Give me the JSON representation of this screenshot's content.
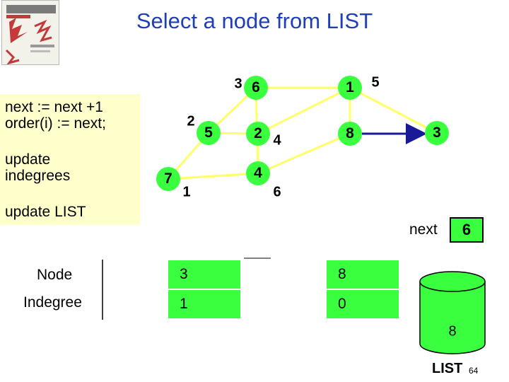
{
  "title": "Select a node from LIST",
  "steps": [
    "next := next +1",
    "order(i) := next;",
    "update",
    "indegrees",
    "update LIST"
  ],
  "graph": {
    "nodes": [
      {
        "id": "n6",
        "label": "6"
      },
      {
        "id": "n1",
        "label": "1"
      },
      {
        "id": "n5",
        "label": "5"
      },
      {
        "id": "n2",
        "label": "2"
      },
      {
        "id": "n8",
        "label": "8"
      },
      {
        "id": "n3",
        "label": "3"
      },
      {
        "id": "n7",
        "label": "7"
      },
      {
        "id": "n4",
        "label": "4"
      }
    ],
    "indegree_labels": [
      "3",
      "5",
      "2",
      "4",
      "1",
      "6"
    ],
    "edges": [
      {
        "from": "n6",
        "to": "n1",
        "directed": false
      },
      {
        "from": "n6",
        "to": "n4",
        "directed": false
      },
      {
        "from": "n1",
        "to": "n2",
        "directed": false
      },
      {
        "from": "n1",
        "to": "n8",
        "directed": false
      },
      {
        "from": "n5",
        "to": "n6",
        "directed": false
      },
      {
        "from": "n5",
        "to": "n7",
        "directed": false
      },
      {
        "from": "n5",
        "to": "n2",
        "directed": false
      },
      {
        "from": "n2",
        "to": "n4",
        "directed": false
      },
      {
        "from": "n8",
        "to": "n4",
        "directed": false
      },
      {
        "from": "n1",
        "to": "n3",
        "directed": false
      },
      {
        "from": "n8",
        "to": "n3",
        "directed": true
      },
      {
        "from": "n7",
        "to": "n4",
        "directed": false
      }
    ]
  },
  "table": {
    "row_labels": [
      "Node",
      "Indegree"
    ],
    "columns": [
      {
        "node": "3",
        "indegree": "1"
      },
      {
        "node": "8",
        "indegree": "0"
      }
    ]
  },
  "next": {
    "label": "next",
    "value": "6"
  },
  "list": {
    "items": [
      "8"
    ],
    "label": "LIST"
  },
  "page_number": "64",
  "colors": {
    "title": "#1f3fb8",
    "node": "#39ff3f",
    "edge": "#ffff66",
    "steps_bg": "#ffffcc",
    "arrow": "#1a1a99"
  }
}
